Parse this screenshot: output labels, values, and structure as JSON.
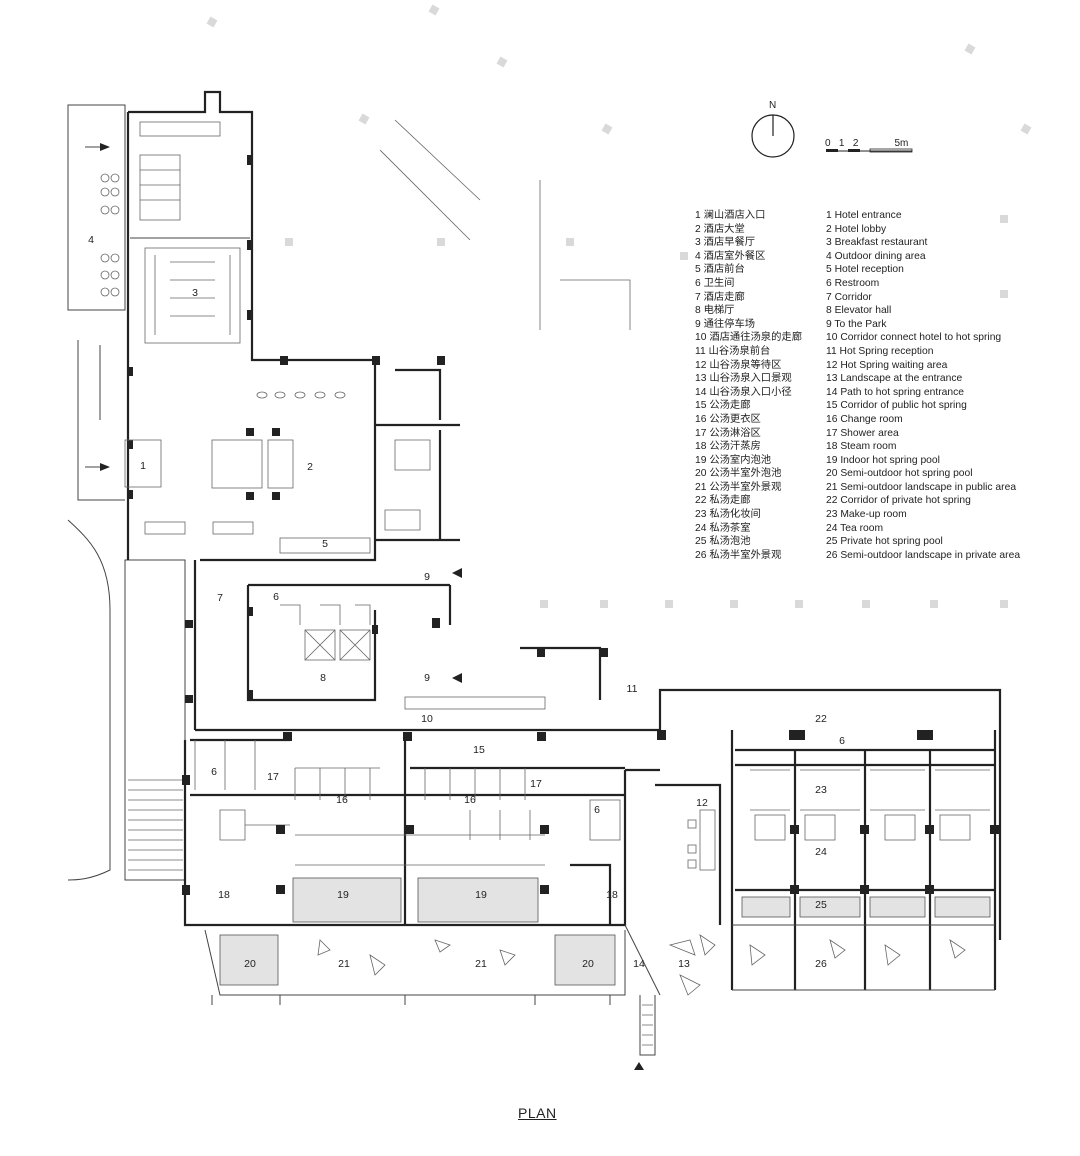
{
  "title": "PLAN",
  "north_label": "N",
  "scale": {
    "ticks": [
      "0",
      "1",
      "2",
      "5m"
    ]
  },
  "legend": [
    {
      "cn": "1 澜山酒店入口",
      "en": "1 Hotel entrance"
    },
    {
      "cn": "2 酒店大堂",
      "en": "2 Hotel lobby"
    },
    {
      "cn": "3 酒店早餐厅",
      "en": "3 Breakfast restaurant"
    },
    {
      "cn": "4 酒店室外餐区",
      "en": "4 Outdoor dining area"
    },
    {
      "cn": "5 酒店前台",
      "en": "5 Hotel reception"
    },
    {
      "cn": "6 卫生间",
      "en": "6 Restroom"
    },
    {
      "cn": "7 酒店走廊",
      "en": "7 Corridor"
    },
    {
      "cn": "8 电梯厅",
      "en": "8 Elevator hall"
    },
    {
      "cn": "9 通往停车场",
      "en": "9 To the Park"
    },
    {
      "cn": "10 酒店通往汤泉的走廊",
      "en": "10 Corridor connect hotel to hot spring"
    },
    {
      "cn": "11 山谷汤泉前台",
      "en": "11 Hot Spring reception"
    },
    {
      "cn": "12 山谷汤泉等待区",
      "en": "12 Hot Spring waiting area"
    },
    {
      "cn": "13 山谷汤泉入口景观",
      "en": "13 Landscape at the entrance"
    },
    {
      "cn": "14 山谷汤泉入口小径",
      "en": "14 Path to hot spring entrance"
    },
    {
      "cn": "15 公汤走廊",
      "en": "15 Corridor of public hot spring"
    },
    {
      "cn": "16 公汤更衣区",
      "en": "16 Change room"
    },
    {
      "cn": "17 公汤淋浴区",
      "en": "17 Shower area"
    },
    {
      "cn": "18 公汤汗蒸房",
      "en": "18 Steam room"
    },
    {
      "cn": "19 公汤室内泡池",
      "en": "19 Indoor hot spring pool"
    },
    {
      "cn": "20 公汤半室外泡池",
      "en": "20 Semi-outdoor hot spring pool"
    },
    {
      "cn": "21 公汤半室外景观",
      "en": "21 Semi-outdoor landscape in public area"
    },
    {
      "cn": "22 私汤走廊",
      "en": "22 Corridor of private hot spring"
    },
    {
      "cn": "23 私汤化妆间",
      "en": "23 Make-up room"
    },
    {
      "cn": "24 私汤茶室",
      "en": "24 Tea room"
    },
    {
      "cn": "25 私汤泡池",
      "en": "25 Private hot spring pool"
    },
    {
      "cn": "26 私汤半室外景观",
      "en": "26 Semi-outdoor landscape in private area"
    }
  ],
  "plan_labels": {
    "l1": "1",
    "l2": "2",
    "l3": "3",
    "l4": "4",
    "l5": "5",
    "l6a": "6",
    "l6b": "6",
    "l6c": "6",
    "l6d": "6",
    "l6e": "6",
    "l7": "7",
    "l8": "8",
    "l9a": "9",
    "l9b": "9",
    "l10": "10",
    "l11": "11",
    "l12": "12",
    "l13": "13",
    "l14": "14",
    "l15": "15",
    "l16a": "16",
    "l16b": "16",
    "l17a": "17",
    "l17b": "17",
    "l18a": "18",
    "l18b": "18",
    "l19a": "19",
    "l19b": "19",
    "l20a": "20",
    "l20b": "20",
    "l21a": "21",
    "l21b": "21",
    "l22": "22",
    "l23": "23",
    "l24": "24",
    "l25": "25",
    "l26": "26"
  }
}
